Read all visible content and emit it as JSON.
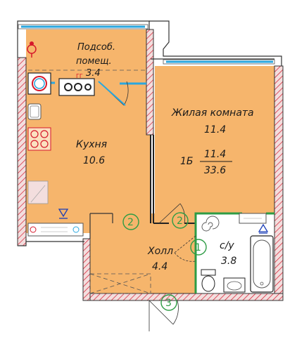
{
  "rooms": {
    "utility": {
      "name_line1": "Подсоб.",
      "name_line2": "помещ.",
      "area": "3.4"
    },
    "kitchen": {
      "name": "Кухня",
      "area": "10.6"
    },
    "living": {
      "name": "Жилая комната",
      "area": "11.4"
    },
    "hall": {
      "name": "Холл",
      "area": "4.4"
    },
    "bath": {
      "name": "с/у",
      "area": "3.8"
    }
  },
  "apartment": {
    "type": "1Б",
    "living_area": "11.4",
    "total_area": "33.6"
  },
  "markers": {
    "m1": "1",
    "m2a": "2",
    "m2b": "2",
    "m3": "3"
  },
  "fixtures": {
    "gas_label": "ГГ"
  },
  "colors": {
    "floor": "#f6b56c",
    "wall_fill": "#f3dede",
    "wall_hatch": "#d6182b",
    "marker_green": "#2e9c45",
    "glass": "#2aa7df"
  }
}
